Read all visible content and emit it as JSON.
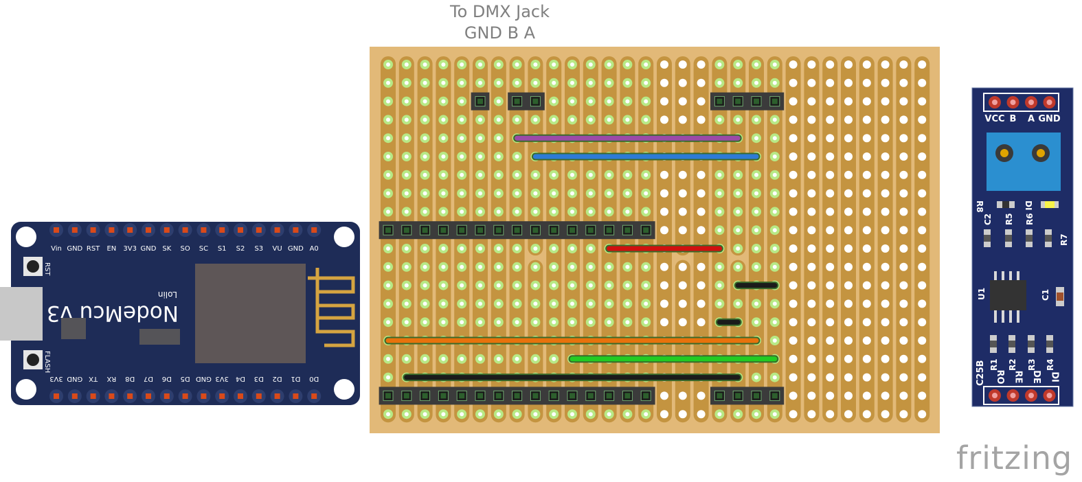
{
  "header": {
    "line1": "To DMX Jack",
    "line2": "GND  B  A"
  },
  "watermark": "fritzing",
  "nodemcu": {
    "name": "NodeMcu v3",
    "brand": "Lolin",
    "top_pins": [
      "Vin",
      "GND",
      "RST",
      "EN",
      "3V3",
      "GND",
      "SK",
      "SO",
      "SC",
      "S1",
      "S2",
      "S3",
      "VU",
      "GND",
      "A0"
    ],
    "bottom_pins": [
      "3V3",
      "GND",
      "TX",
      "RX",
      "D8",
      "D7",
      "D6",
      "D5",
      "GND",
      "3V3",
      "D4",
      "D3",
      "D2",
      "D1",
      "D0"
    ],
    "rst_label": "RST",
    "flash_label": "FLASH"
  },
  "rs485": {
    "top_pins": [
      "VCC",
      "B",
      "A",
      "GND"
    ],
    "bottom_pins": [
      "RO",
      "RE",
      "DE",
      "DI"
    ],
    "labels": {
      "r8": "R8",
      "di": "DI",
      "c2": "C2",
      "r5": "R5",
      "r6": "R6",
      "r7": "R7",
      "u1": "U1",
      "c1": "C1",
      "r1": "R1",
      "r2": "R2",
      "r3": "R3",
      "r4": "R4",
      "c25b": "C25B"
    }
  },
  "colors": {
    "board": "#e2b978",
    "strip": "#c49440",
    "pad_active": "#b8e986",
    "pad": "#ffffff",
    "nodemcu": "#1e2c57",
    "rs485": "#1e2c66",
    "header": "#3b3b3b",
    "wires": {
      "purple": "#9b4aa8",
      "blue": "#2d7bd6",
      "red": "#d01010",
      "black": "#1b1b1b",
      "orange": "#e8720c",
      "green": "#22cc22"
    }
  }
}
